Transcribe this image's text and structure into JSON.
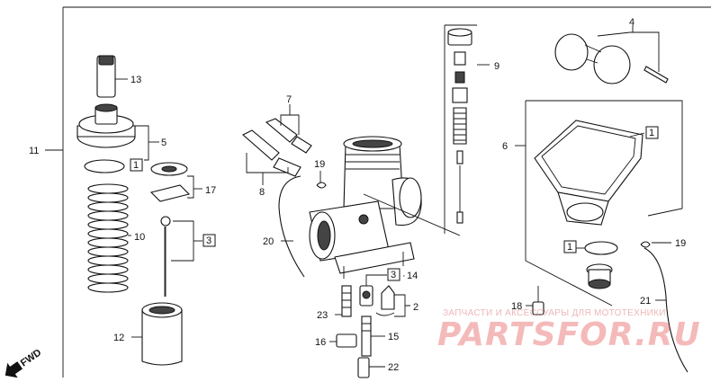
{
  "callouts": {
    "c1": "1",
    "c2": "2",
    "c3": "3",
    "c4": "4",
    "c5": "5",
    "c6": "6",
    "c7": "7",
    "c8": "8",
    "c9": "9",
    "c10": "10",
    "c11": "11",
    "c12": "12",
    "c13": "13",
    "c14": "14",
    "c15": "15",
    "c16": "16",
    "c17": "17",
    "c18": "18",
    "c19": "19",
    "c20": "20",
    "c21": "21",
    "c22": "22",
    "c23": "23",
    "boxed_1": "1",
    "boxed_3": "3",
    "boxed_1_b": "1",
    "boxed_1_c": "1",
    "boxed_3_b": "3"
  },
  "fwd_label": "FWD",
  "watermark": {
    "tagline": "ЗАПЧАСТИ И АКСЕССУАРЫ ДЛЯ МОТОТЕХНИКИ",
    "logo": "PARTSFOR.RU"
  },
  "colors": {
    "line": "#111111",
    "watermark": "#e23b3b",
    "background": "#ffffff"
  }
}
